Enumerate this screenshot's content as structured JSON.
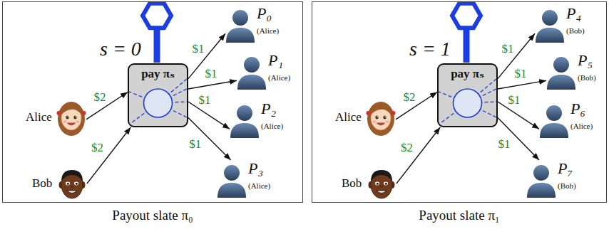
{
  "diagram": {
    "nodes": [
      {
        "text": [
          "s = 0",
          "Payout slate π₀"
        ]
      },
      {
        "text": [
          "Alice"
        ],
        "in": 0
      },
      {
        "text": [
          "Bob"
        ],
        "in": 0
      },
      {
        "text": [
          "pay πₛ"
        ],
        "in": 0
      },
      {
        "text": [
          "P₀",
          "(Alice)"
        ],
        "in": 0
      },
      {
        "text": [
          "P₁",
          "(Alice)"
        ],
        "in": 0
      },
      {
        "text": [
          "P₂",
          "(Alice)"
        ],
        "in": 0
      },
      {
        "text": [
          "P₃",
          "(Alice)"
        ],
        "in": 0
      },
      {
        "text": [
          "s = 1",
          "Payout slate π₁"
        ]
      },
      {
        "text": [
          "Alice"
        ],
        "in": 8
      },
      {
        "text": [
          "Bob"
        ],
        "in": 8
      },
      {
        "text": [
          "pay πₛ"
        ],
        "in": 8
      },
      {
        "text": [
          "P₄",
          "(Bob)"
        ],
        "in": 8
      },
      {
        "text": [
          "P₅",
          "(Bob)"
        ],
        "in": 8
      },
      {
        "text": [
          "P₆",
          "(Alice)"
        ],
        "in": 8
      },
      {
        "text": [
          "P₇",
          "(Bob)"
        ],
        "in": 8
      }
    ],
    "edges": [
      {
        "from": 1,
        "to": 3,
        "arrow": "to",
        "label": "$2"
      },
      {
        "from": 2,
        "to": 3,
        "arrow": "to",
        "label": "$2"
      },
      {
        "from": 3,
        "to": 4,
        "arrow": "to",
        "label": "$1"
      },
      {
        "from": 3,
        "to": 5,
        "arrow": "to",
        "label": "$1"
      },
      {
        "from": 3,
        "to": 6,
        "arrow": "to",
        "label": "$1"
      },
      {
        "from": 3,
        "to": 7,
        "arrow": "to",
        "label": "$1"
      },
      {
        "from": 9,
        "to": 11,
        "arrow": "to",
        "label": "$2"
      },
      {
        "from": 10,
        "to": 11,
        "arrow": "to",
        "label": "$2"
      },
      {
        "from": 11,
        "to": 12,
        "arrow": "to",
        "label": "$1"
      },
      {
        "from": 11,
        "to": 13,
        "arrow": "to",
        "label": "$1"
      },
      {
        "from": 11,
        "to": 14,
        "arrow": "to",
        "label": "$1"
      },
      {
        "from": 11,
        "to": 15,
        "arrow": "to",
        "label": "$1"
      }
    ]
  }
}
